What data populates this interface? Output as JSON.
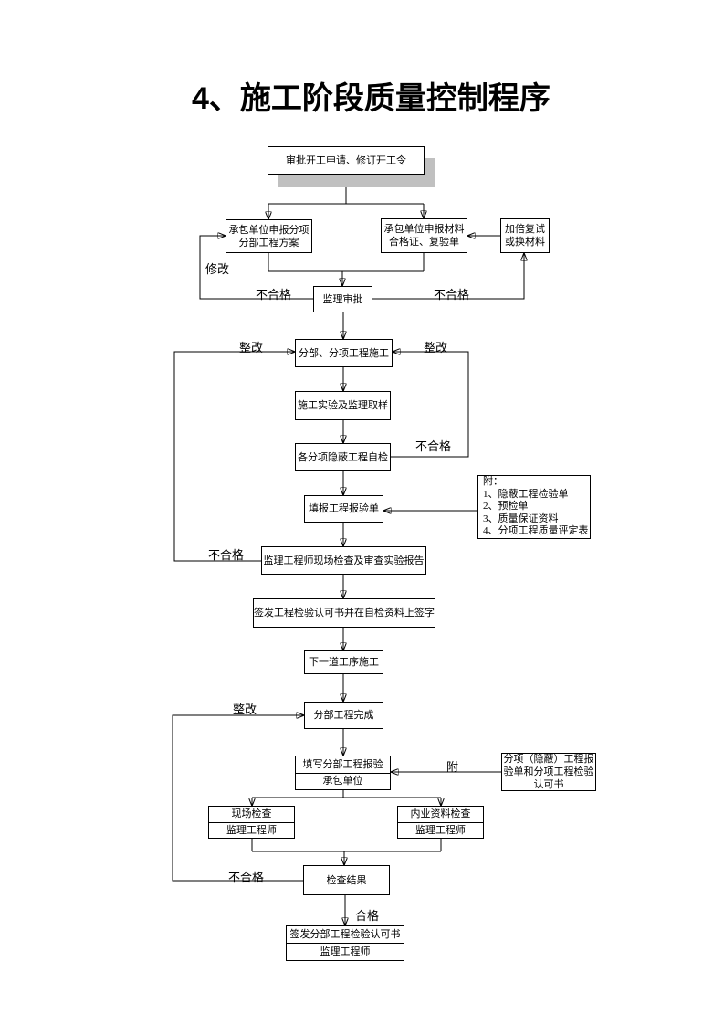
{
  "page": {
    "title": "4、施工阶段质量控制程序"
  },
  "colors": {
    "line": "#000000",
    "border": "#000000",
    "fill": "#ffffff",
    "shadow": "#c0c0c0",
    "text": "#000000"
  },
  "nodes": {
    "approve": {
      "lines": [
        "审批开工申请、修订开工令"
      ]
    },
    "plan": {
      "lines": [
        "承包单位申报分项",
        "分部工程方案"
      ]
    },
    "materials": {
      "lines": [
        "承包单位申报材料",
        "合格证、复验单"
      ]
    },
    "retest": {
      "lines": [
        "加倍复试",
        "或换材料"
      ]
    },
    "review": {
      "lines": [
        "监理审批"
      ]
    },
    "construction": {
      "lines": [
        "分部、分项工程施工"
      ]
    },
    "experiment": {
      "lines": [
        "施工实验及监理取样"
      ]
    },
    "self_check": {
      "lines": [
        "各分项隐蔽工程自检"
      ]
    },
    "report_form": {
      "lines": [
        "填报工程报验单"
      ]
    },
    "attachment_list": {
      "lines": [
        "附：",
        "1、隐蔽工程检验单",
        "2、预检单",
        "3、质量保证资料",
        "4、分项工程质量评定表"
      ]
    },
    "site_review": {
      "lines": [
        "监理工程师现场检查及审查实验报告"
      ]
    },
    "issue_sign": {
      "lines": [
        "签发工程检验认可书并在自检资料上签字"
      ]
    },
    "next_process": {
      "lines": [
        "下一道工序施工"
      ]
    },
    "division_done": {
      "lines": [
        "分部工程完成"
      ]
    },
    "fill_report": {
      "top": "填写分部工程报验",
      "bottom": "承包单位"
    },
    "attachment_note": {
      "lines": [
        "分项（隐蔽）工程报",
        "验单和分项工程检验",
        "认可书"
      ]
    },
    "site_check": {
      "top": "现场检查",
      "bottom": "监理工程师"
    },
    "doc_check": {
      "top": "内业资料检查",
      "bottom": "监理工程师"
    },
    "check_result": {
      "lines": [
        "检查结果"
      ]
    },
    "final_issue": {
      "top": "签发分部工程检验认可书",
      "bottom": "监理工程师"
    }
  },
  "labels": {
    "modify": "修改",
    "fail_left": "不合格",
    "fail_right": "不合格",
    "rectify_left": "整改",
    "rectify_right": "整改",
    "fail_mid": "不合格",
    "fail_review": "不合格",
    "rectify_division": "整改",
    "attach": "附",
    "fail_result": "不合格",
    "pass": "合格"
  }
}
